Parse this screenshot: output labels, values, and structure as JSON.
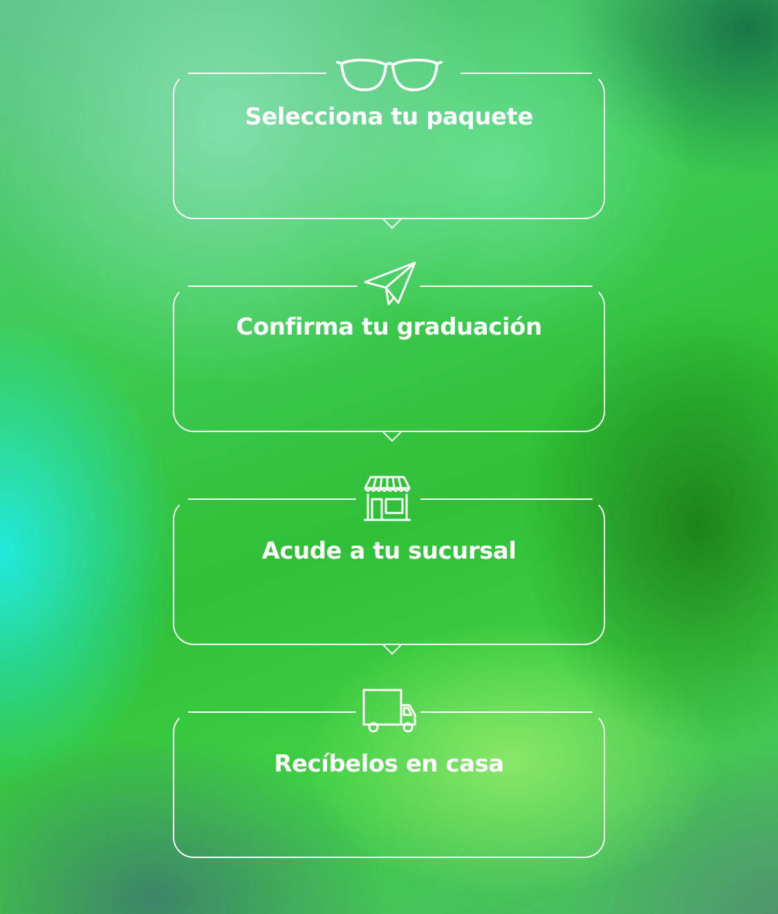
{
  "steps": [
    {
      "title": "Selecciona tu paquete",
      "icon": "glasses-icon"
    },
    {
      "title": "Confirma tu graduación",
      "icon": "paper-plane-icon"
    },
    {
      "title": "Acude a tu sucursal",
      "icon": "store-icon"
    },
    {
      "title": "Recíbelos en casa",
      "icon": "delivery-truck-icon"
    }
  ],
  "colors": {
    "line": "#ffffff",
    "text": "#ffffff",
    "background": "#3dcc4a"
  }
}
